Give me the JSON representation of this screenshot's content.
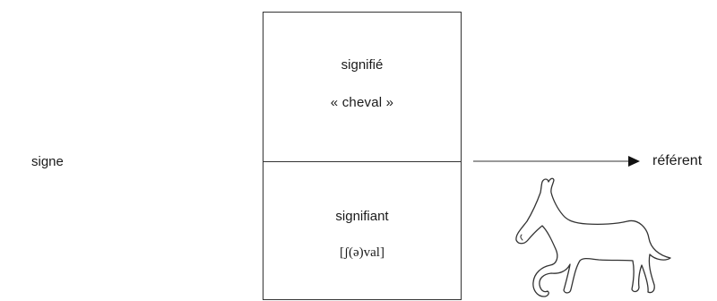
{
  "sign_label": "signe",
  "signified": {
    "title": "signifié",
    "example": "« cheval »"
  },
  "signifier": {
    "title": "signifiant",
    "example": "[ʃ(ə)val]"
  },
  "referent_label": "référent",
  "icons": {
    "referent_image": "horse-outline-icon"
  },
  "colors": {
    "line": "#333333",
    "text": "#1a1a1a"
  }
}
